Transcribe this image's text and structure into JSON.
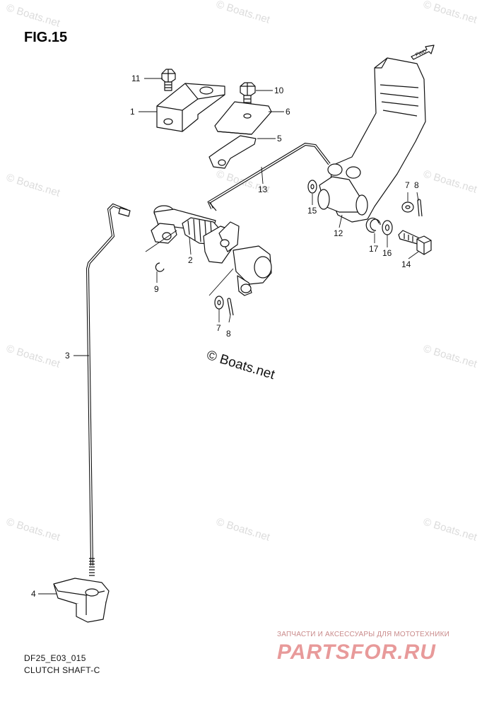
{
  "figure": {
    "title": "FIG.15"
  },
  "footer": {
    "model_code": "DF25_E03_015",
    "caption": "CLUTCH SHAFT-C"
  },
  "watermark": {
    "text": "© Boats.net",
    "center_text": "© Boats.net"
  },
  "direction_label": "FWD",
  "ad": {
    "subtitle": "ЗАПЧАСТИ И АКСЕССУАРЫ ДЛЯ МОТОТЕХНИКИ",
    "logo": "PARTSFOR.RU"
  },
  "callouts": [
    "11",
    "1",
    "10",
    "6",
    "5",
    "13",
    "2",
    "9",
    "3",
    "4",
    "7",
    "8",
    "15",
    "12",
    "17",
    "16",
    "14",
    "7",
    "8"
  ]
}
